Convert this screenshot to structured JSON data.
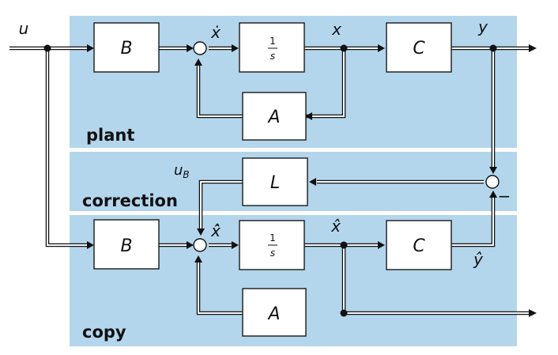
{
  "regions": {
    "plant": "plant",
    "correction": "correction",
    "copy": "copy"
  },
  "blocks": {
    "plant_B": "B",
    "plant_int_num": "1",
    "plant_int_den": "s",
    "plant_C": "C",
    "plant_A": "A",
    "gain_L": "L",
    "copy_B": "B",
    "copy_int_num": "1",
    "copy_int_den": "s",
    "copy_C": "C",
    "copy_A": "A"
  },
  "signals": {
    "u": "u",
    "x_dot": "ẋ",
    "x": "x",
    "y": "y",
    "u_B_main": "u",
    "u_B_sub": "B",
    "x_hat_dot": "x̂̇",
    "x_hat": "x̂",
    "y_hat": "ŷ",
    "minus": "−"
  },
  "colors": {
    "region_background": "#b3d6ec",
    "block_fill": "#ffffff",
    "line": "#111111"
  }
}
